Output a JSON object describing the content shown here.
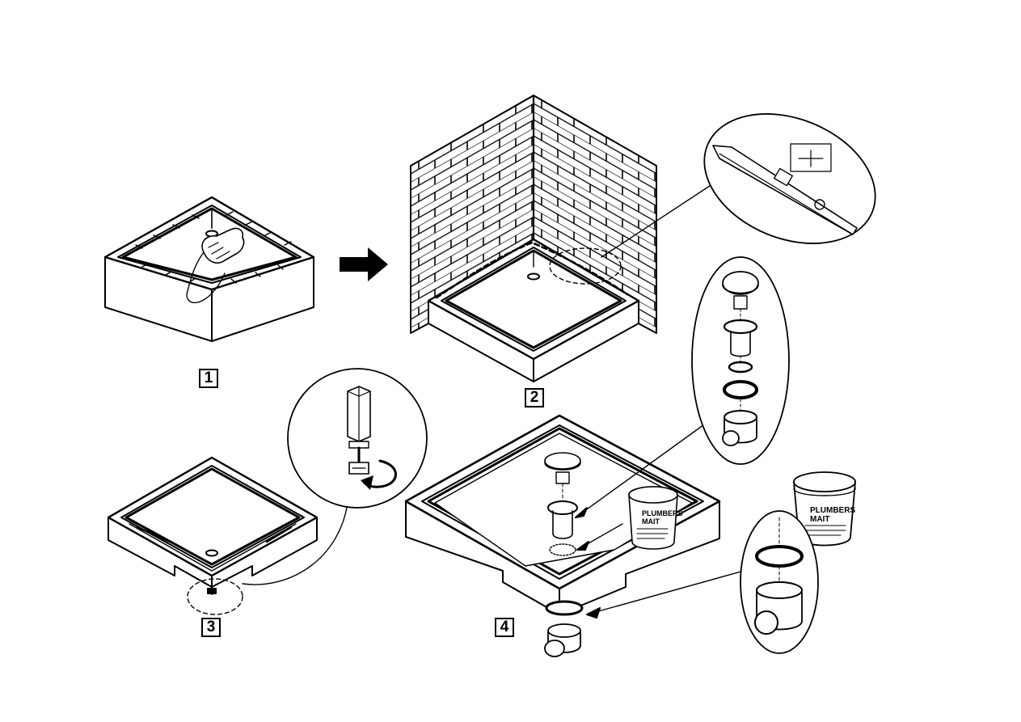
{
  "steps": [
    {
      "number": "1",
      "caption_icon": "hand-applying-sealant-icon"
    },
    {
      "number": "2",
      "caption_icon": "tray-against-brick-wall-icon"
    },
    {
      "number": "3",
      "caption_icon": "adjustable-leg-icon"
    },
    {
      "number": "4",
      "caption_icon": "drain-waste-assembly-icon"
    }
  ],
  "labels": {
    "putty_tub_small": "PLUMBERS\nMAIT",
    "putty_tub_large": "PLUMBERS\nMAIT"
  },
  "colors": {
    "ink": "#000000",
    "paper": "#ffffff"
  }
}
